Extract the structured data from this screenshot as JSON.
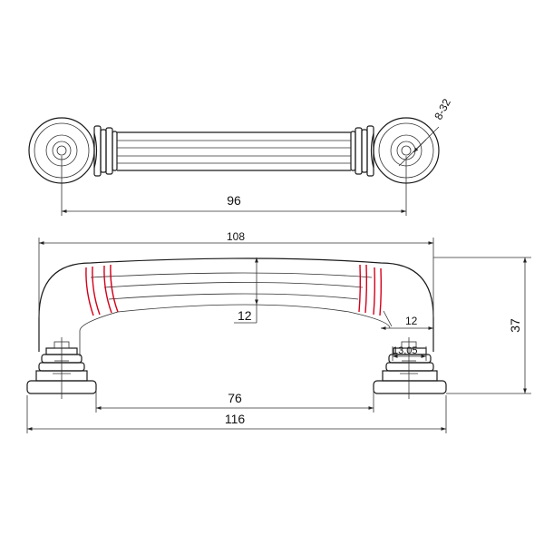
{
  "dimensions": {
    "hole_spacing_top": "96",
    "thread": "8-32",
    "overall_length_arch": "108",
    "handle_thickness": "12",
    "leg_width": "12",
    "base_diameter": "13,05",
    "height": "37",
    "inner_span": "76",
    "overall_length_base": "116"
  },
  "colors": {
    "outline": "#1a1a1a",
    "accent_rings": "#d4001a"
  }
}
